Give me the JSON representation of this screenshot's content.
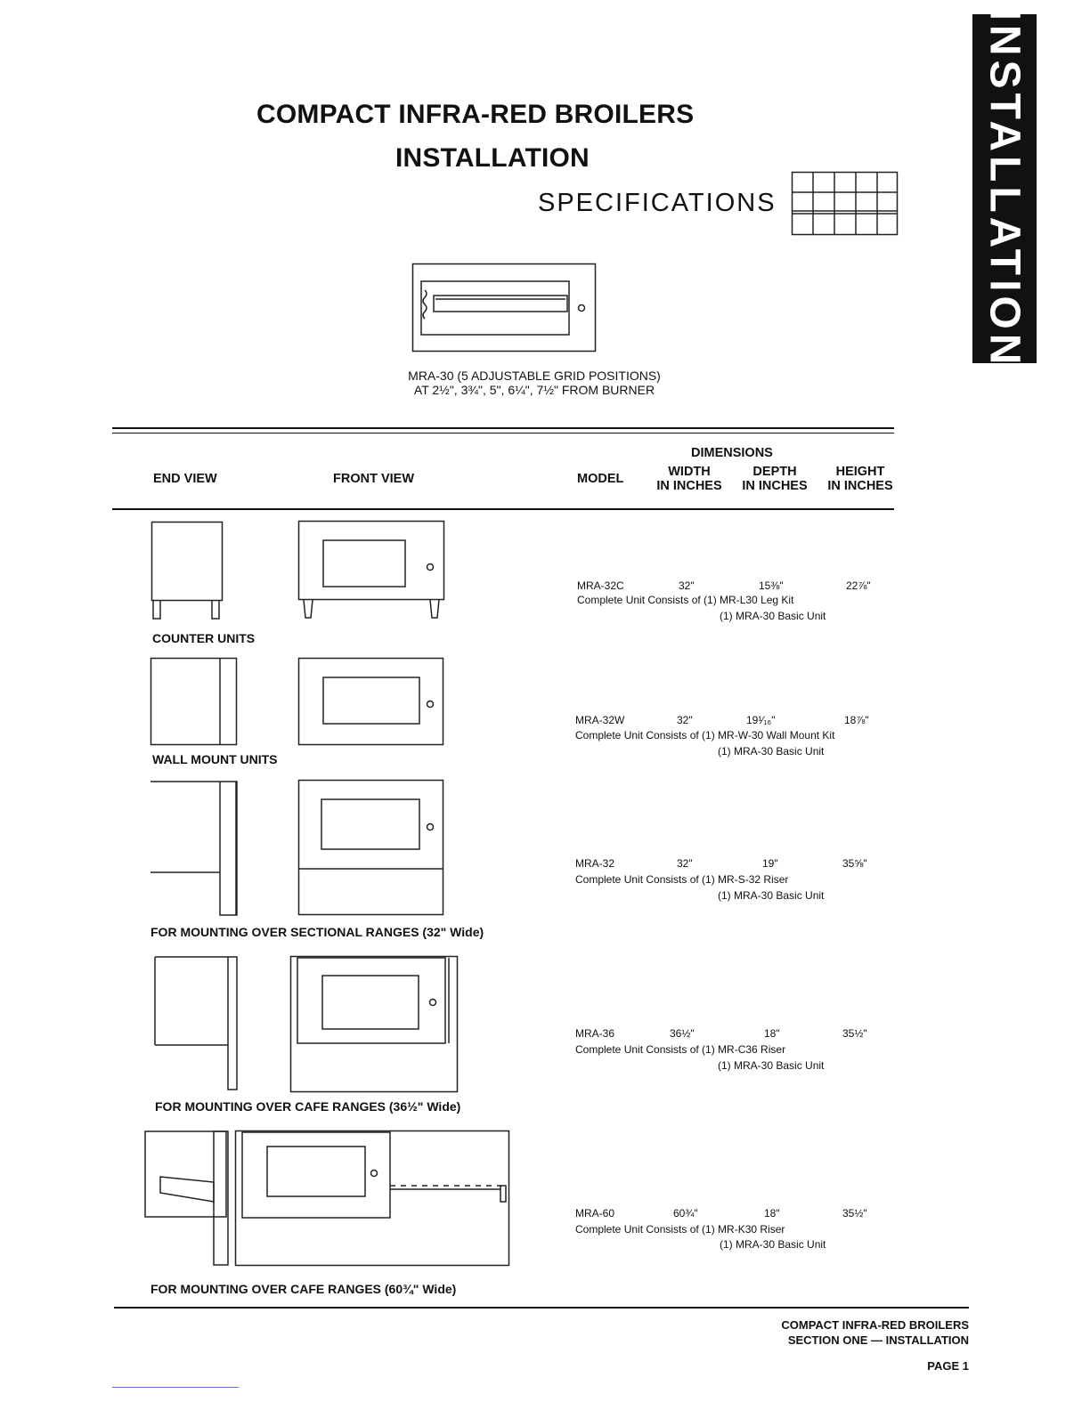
{
  "header": {
    "title_line1": "COMPACT INFRA-RED BROILERS",
    "title_line2": "INSTALLATION",
    "subtitle": "SPECIFICATIONS"
  },
  "side_tab": {
    "label": "INSTALLATION"
  },
  "grid_caption": {
    "line1": "MRA-30 (5 ADJUSTABLE GRID POSITIONS)",
    "line2": "AT 2½\", 3¾\", 5\", 6¼\", 7½\" FROM BURNER"
  },
  "table": {
    "headers": {
      "end_view": "END VIEW",
      "front_view": "FRONT VIEW",
      "model": "MODEL",
      "dimensions": "DIMENSIONS",
      "width": "WIDTH",
      "depth": "DEPTH",
      "height": "HEIGHT",
      "in_inches": "IN INCHES"
    },
    "rows": [
      {
        "model": "MRA-32C",
        "width": "32\"",
        "depth": "15⅜\"",
        "height": "22⅞\"",
        "consists_line1": "Complete Unit Consists of (1) MR-L30 Leg Kit",
        "consists_line2": "(1) MRA-30 Basic Unit",
        "label": "COUNTER UNITS"
      },
      {
        "model": "MRA-32W",
        "width": "32\"",
        "depth": "19¹⁄₁₆\"",
        "height": "18⅞\"",
        "consists_line1": "Complete Unit Consists of (1) MR-W-30 Wall Mount Kit",
        "consists_line2": "(1) MRA-30 Basic Unit",
        "label": "WALL MOUNT UNITS"
      },
      {
        "model": "MRA-32",
        "width": "32\"",
        "depth": "19\"",
        "height": "35⅝\"",
        "consists_line1": "Complete Unit Consists of (1) MR-S-32 Riser",
        "consists_line2": "(1) MRA-30 Basic Unit",
        "label": "FOR MOUNTING OVER SECTIONAL RANGES (32\" Wide)"
      },
      {
        "model": "MRA-36",
        "width": "36½\"",
        "depth": "18\"",
        "height": "35½\"",
        "consists_line1": "Complete Unit Consists of (1) MR-C36 Riser",
        "consists_line2": "(1) MRA-30 Basic Unit",
        "label": "FOR MOUNTING OVER CAFE RANGES (36½\" Wide)"
      },
      {
        "model": "MRA-60",
        "width": "60¾\"",
        "depth": "18\"",
        "height": "35½\"",
        "consists_line1": "Complete Unit Consists of (1) MR-K30 Riser",
        "consists_line2": "(1) MRA-30 Basic Unit",
        "label": "FOR MOUNTING OVER CAFE RANGES (60¾\" Wide)"
      }
    ]
  },
  "footer": {
    "line1": "COMPACT INFRA-RED BROILERS",
    "line2": "SECTION ONE — INSTALLATION",
    "page": "PAGE 1"
  }
}
